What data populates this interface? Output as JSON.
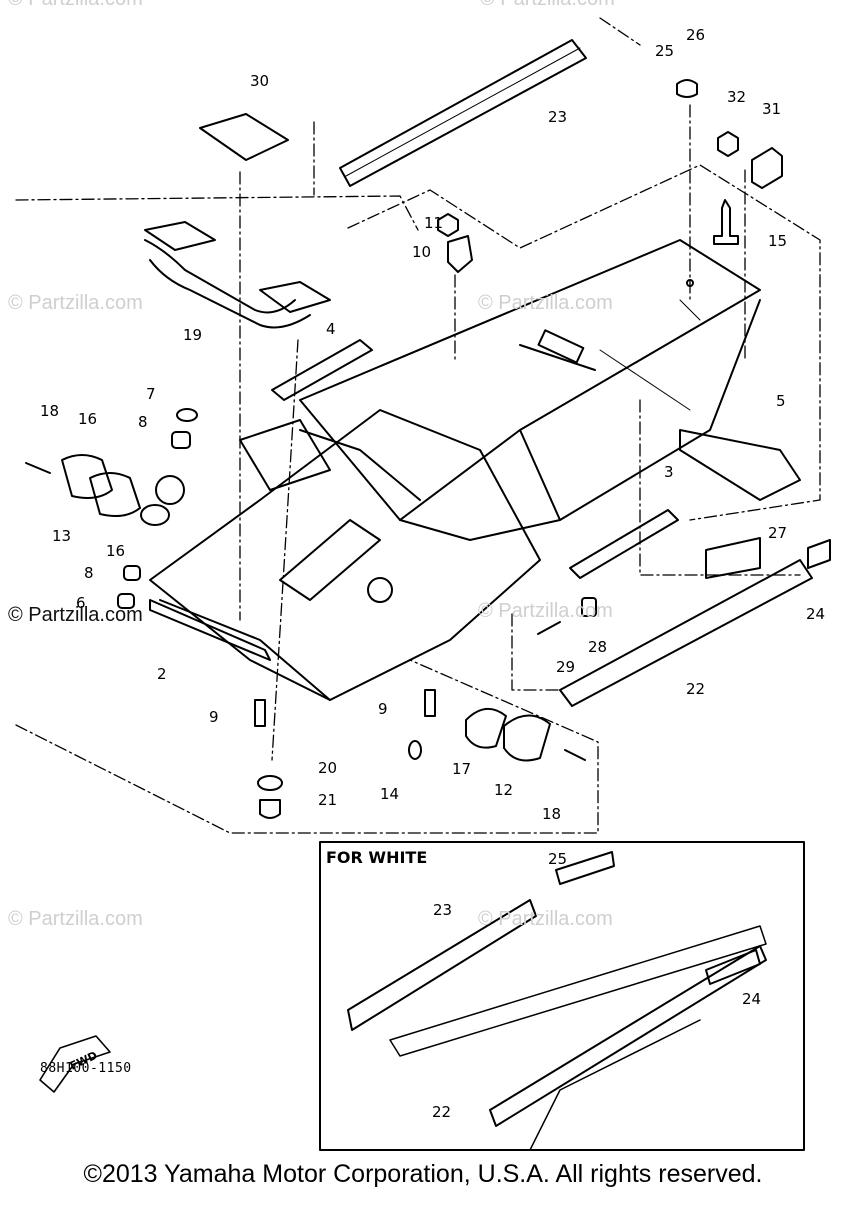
{
  "watermarks": {
    "text": "© Partzilla.com",
    "highlighted": "© Partzilla.com"
  },
  "diagram": {
    "inset_title": "FOR WHITE",
    "drawing_code": "88H100-1150",
    "fwd_label": "FWD",
    "callouts": {
      "c30": "30",
      "c25": "25",
      "c26": "26",
      "c23": "23",
      "c32": "32",
      "c31": "31",
      "c11": "11",
      "c10": "10",
      "c15": "15",
      "c19": "19",
      "c4": "4",
      "c7": "7",
      "c8a": "8",
      "c18a": "18",
      "c16a": "16",
      "c13": "13",
      "c16b": "16",
      "c8b": "8",
      "c6": "6",
      "c2": "2",
      "c5": "5",
      "c3": "3",
      "c27": "27",
      "c24": "24",
      "c28": "28",
      "c29": "29",
      "c22": "22",
      "c9a": "9",
      "c9b": "9",
      "c20": "20",
      "c21": "21",
      "c14": "14",
      "c17": "17",
      "c12": "12",
      "c18b": "18",
      "i25": "25",
      "i23": "23",
      "i24": "24",
      "i22": "22"
    }
  },
  "footer": {
    "copyright": "©2013 Yamaha Motor Corporation, U.S.A. All rights reserved."
  }
}
